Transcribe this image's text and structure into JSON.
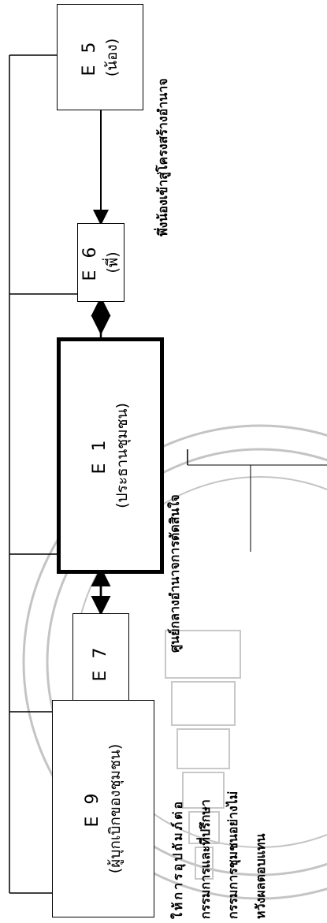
{
  "diagram": {
    "nodes": [
      {
        "id": "E5",
        "code": "E 5",
        "role": "(น้อง)"
      },
      {
        "id": "E6",
        "code": "E 6",
        "role": "(พี่)"
      },
      {
        "id": "E1",
        "code": "E 1",
        "role": "(ประธานชุมชน)"
      },
      {
        "id": "E7",
        "code": "E 7",
        "role": ""
      },
      {
        "id": "E9",
        "code": "E 9",
        "role": "(ผู้บุกเบิกของชุมชน)"
      }
    ],
    "notes": {
      "e5_e6": "พึ่งน้องเข้าสู่โครงสร้างอำนาจ",
      "e1": "ศูนย์กลางอำนาจการตัดสินใจ",
      "e9_line1": "ให้การอุปถัมภ์ต่อ",
      "e9_line2": "กรรมการและที่ปรึกษา",
      "e9_line3": "กรรมการชุมชนอย่างไม่",
      "e9_line4": "หวังผลตอบแทน"
    },
    "colors": {
      "stroke": "#000000",
      "watermark": "#bdbdbd"
    }
  }
}
